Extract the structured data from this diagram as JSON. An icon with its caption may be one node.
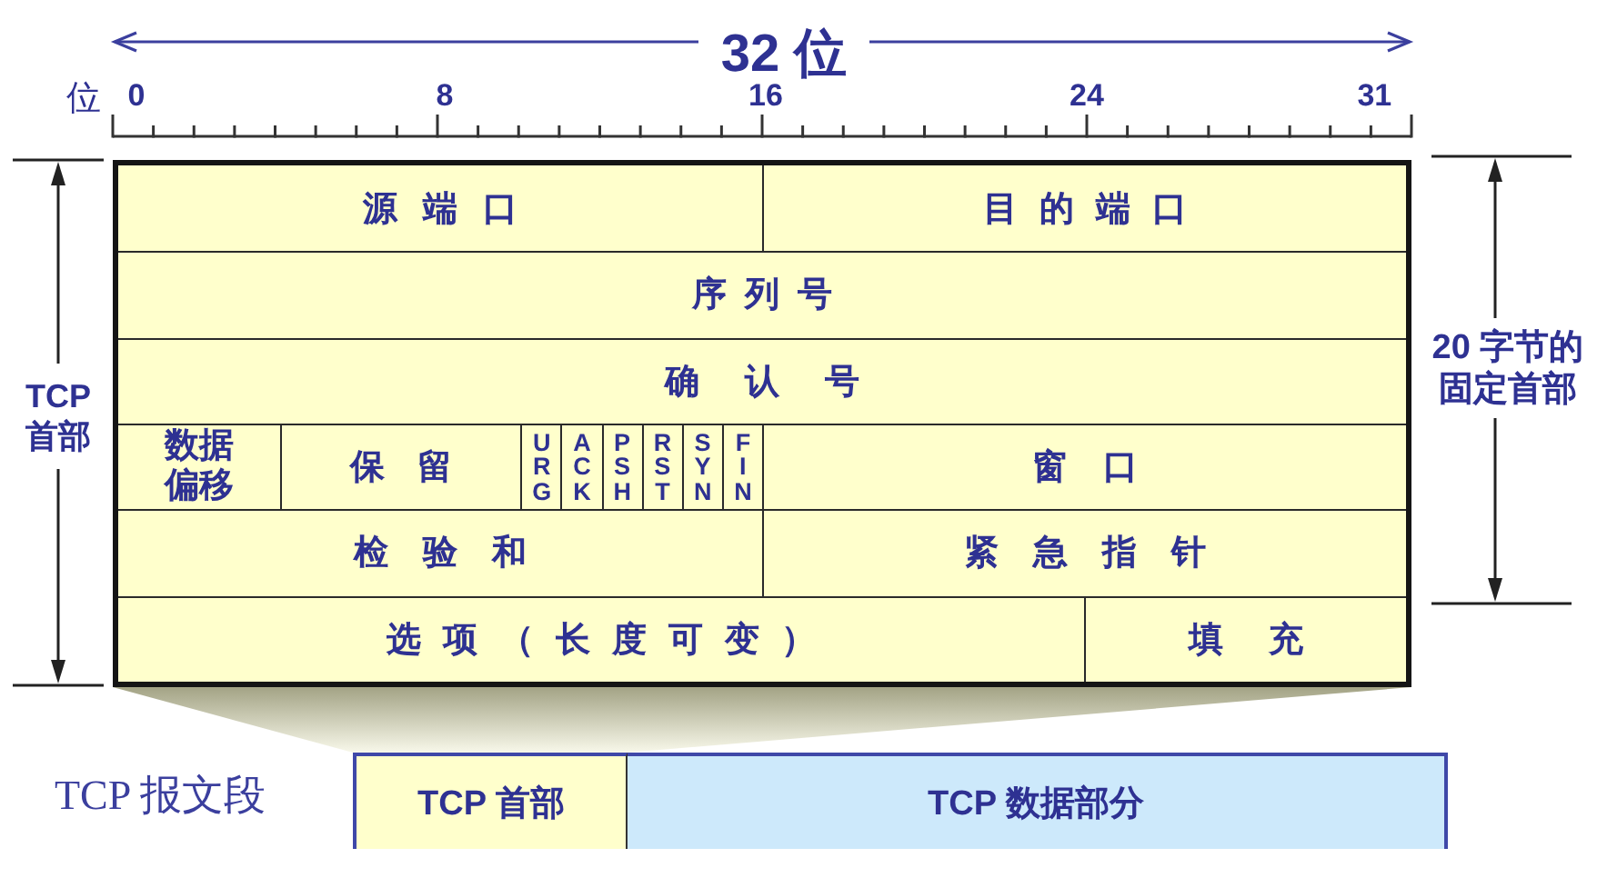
{
  "diagram": {
    "nodes": [
      {
        "text": [
          "源端口"
        ]
      },
      {
        "text": [
          "目的端口"
        ]
      },
      {
        "text": [
          "序列号"
        ]
      },
      {
        "text": [
          "确认号"
        ]
      },
      {
        "text": [
          "数据偏移"
        ]
      },
      {
        "text": [
          "保留"
        ]
      },
      {
        "text": [
          "URG"
        ]
      },
      {
        "text": [
          "ACK"
        ]
      },
      {
        "text": [
          "PSH"
        ]
      },
      {
        "text": [
          "RST"
        ]
      },
      {
        "text": [
          "SYN"
        ]
      },
      {
        "text": [
          "FIN"
        ]
      },
      {
        "text": [
          "窗口"
        ]
      },
      {
        "text": [
          "检验和"
        ]
      },
      {
        "text": [
          "紧急指针"
        ]
      },
      {
        "text": [
          "选项（长度可变）"
        ]
      },
      {
        "text": [
          "填充"
        ]
      },
      {
        "text": [],
        "shape": "trapezoid"
      },
      {
        "text": [
          "TCP 首部"
        ]
      },
      {
        "text": [
          "TCP 数据部分"
        ]
      }
    ],
    "labels": [
      "32 位",
      "位",
      "0",
      "8",
      "16",
      "24",
      "31",
      "TCP 首部",
      "20 字节的固定首部",
      "TCP 报文段"
    ]
  }
}
